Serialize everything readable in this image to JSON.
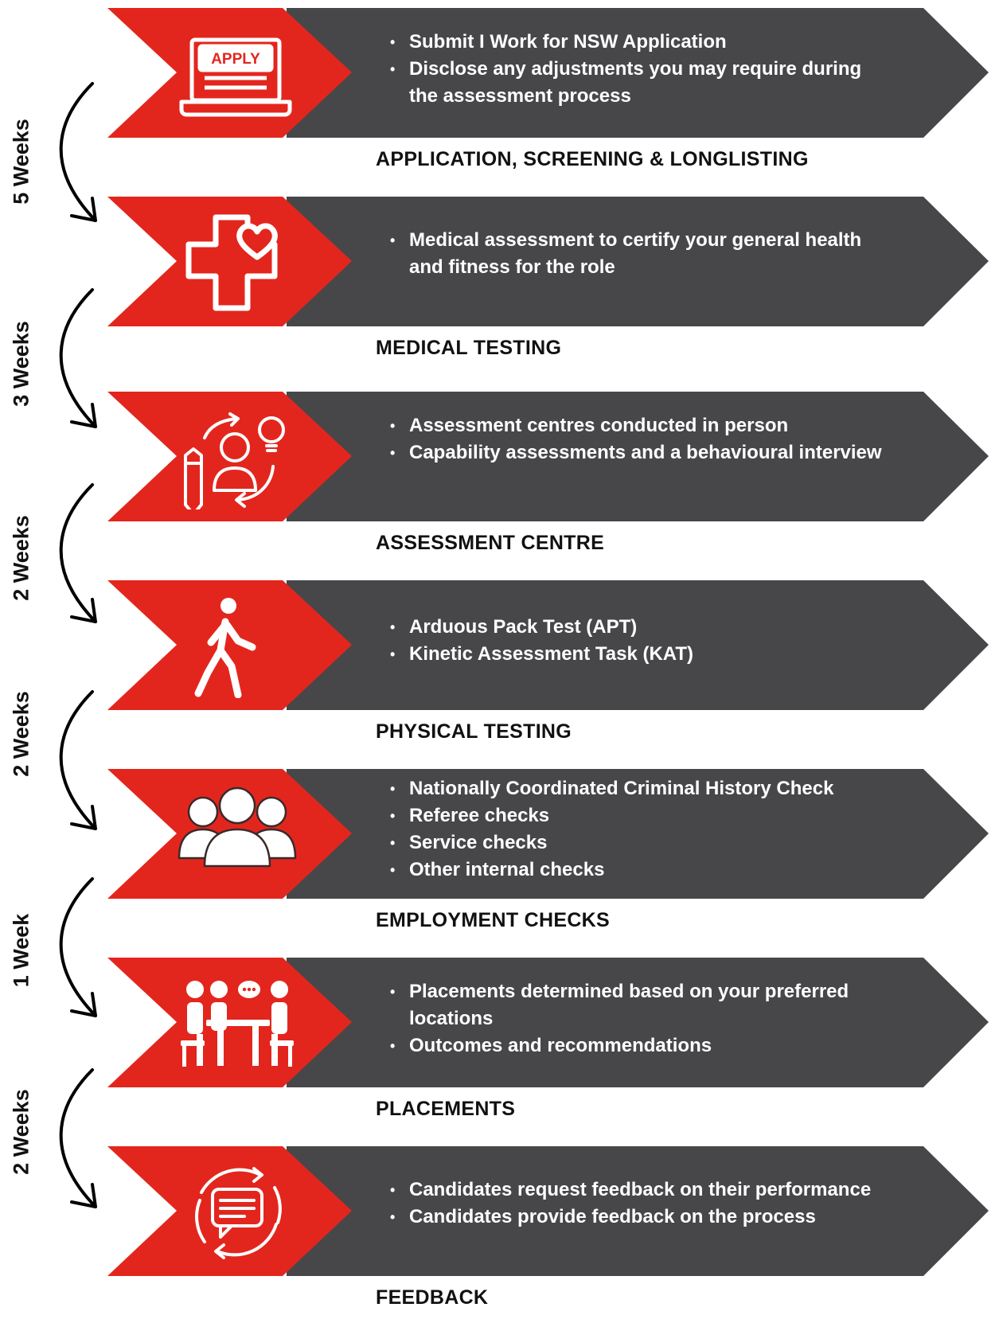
{
  "colors": {
    "red": "#e3261d",
    "dark": "#47474a",
    "text_dark": "#111111",
    "white": "#ffffff"
  },
  "stages": [
    {
      "title": "APPLICATION, SCREENING & LONGLISTING",
      "icon": "apply-laptop-icon",
      "icon_label": "APPLY",
      "bullets": [
        "Submit I Work for NSW Application",
        "Disclose any adjustments you may require during the assessment process"
      ]
    },
    {
      "title": "MEDICAL TESTING",
      "icon": "medical-cross-heart-icon",
      "bullets": [
        "Medical assessment to certify your general health and fitness for the role"
      ]
    },
    {
      "title": "ASSESSMENT CENTRE",
      "icon": "assessment-person-pencil-lightbulb-icon",
      "bullets": [
        "Assessment centres conducted in person",
        "Capability assessments and a behavioural interview"
      ]
    },
    {
      "title": "PHYSICAL TESTING",
      "icon": "walking-person-icon",
      "bullets": [
        "Arduous Pack Test (APT)",
        "Kinetic Assessment Task (KAT)"
      ]
    },
    {
      "title": "EMPLOYMENT CHECKS",
      "icon": "group-people-icon",
      "bullets": [
        "Nationally Coordinated Criminal History Check",
        "Referee checks",
        "Service checks",
        "Other internal checks"
      ]
    },
    {
      "title": "PLACEMENTS",
      "icon": "meeting-table-icon",
      "bullets": [
        "Placements determined based on your preferred locations",
        "Outcomes and recommendations"
      ]
    },
    {
      "title": "FEEDBACK",
      "icon": "feedback-chat-icon",
      "bullets": [
        "Candidates request feedback on their performance",
        "Candidates provide feedback on the process"
      ]
    }
  ],
  "durations": [
    "5 Weeks",
    "3 Weeks",
    "2 Weeks",
    "2 Weeks",
    "1 Week",
    "2 Weeks"
  ]
}
